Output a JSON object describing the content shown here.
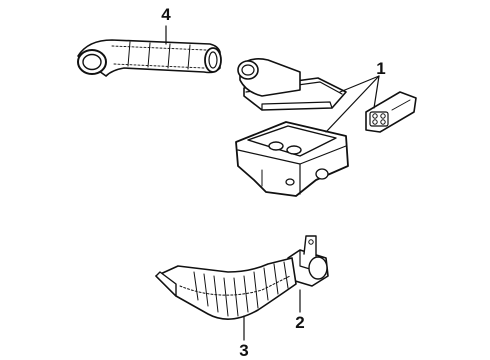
{
  "diagram": {
    "callouts": [
      {
        "id": "1",
        "text": "1"
      },
      {
        "id": "2",
        "text": "2"
      },
      {
        "id": "3",
        "text": "3"
      },
      {
        "id": "4",
        "text": "4"
      }
    ],
    "parts": [
      "air-intake-tube",
      "air-cleaner-cover",
      "air-cleaner-housing",
      "mounting-bracket",
      "resonator-duct",
      "outlet-duct"
    ],
    "colors": {
      "ink": "#111111",
      "paper": "#ffffff"
    }
  }
}
